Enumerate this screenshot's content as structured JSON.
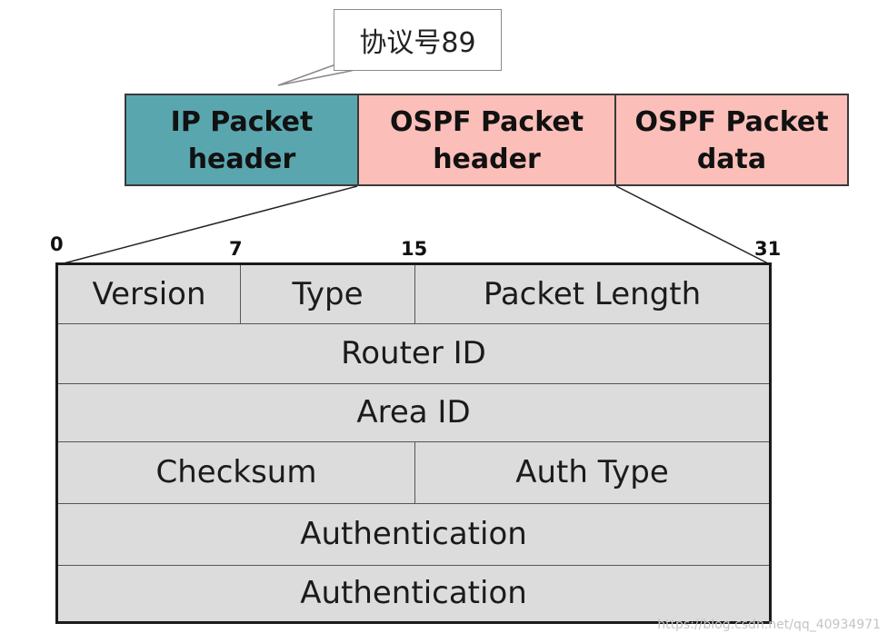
{
  "callout": {
    "text": "协议号89"
  },
  "packet": {
    "ip_header": "IP Packet\nheader",
    "ospf_header": "OSPF Packet\nheader",
    "ospf_data": "OSPF Packet\ndata"
  },
  "bit_positions": {
    "b0": "0",
    "b7": "7",
    "b15": "15",
    "b31": "31"
  },
  "fields": {
    "version": "Version",
    "type": "Type",
    "packet_length": "Packet Length",
    "router_id": "Router ID",
    "area_id": "Area ID",
    "checksum": "Checksum",
    "auth_type": "Auth Type",
    "authentication_1": "Authentication",
    "authentication_2": "Authentication"
  },
  "watermark": "https://blog.csdn.net/qq_40934971",
  "colors": {
    "ip_header": "#5aa6af",
    "ospf": "#fbbeb8",
    "fields_bg": "#dcdcdc"
  }
}
